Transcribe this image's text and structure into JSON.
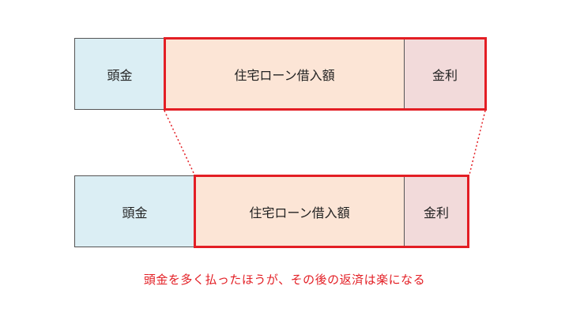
{
  "top_bar": {
    "down_payment": "頭金",
    "loan_principal": "住宅ローン借入額",
    "interest": "金利"
  },
  "bottom_bar": {
    "down_payment": "頭金",
    "loan_principal": "住宅ローン借入額",
    "interest": "金利"
  },
  "caption": "頭金を多く払ったほうが、その後の返済は楽になる",
  "colors": {
    "down_payment_fill": "#dbeef4",
    "loan_fill": "#fce5d6",
    "interest_fill": "#f2dada",
    "highlight": "#e31e24"
  }
}
